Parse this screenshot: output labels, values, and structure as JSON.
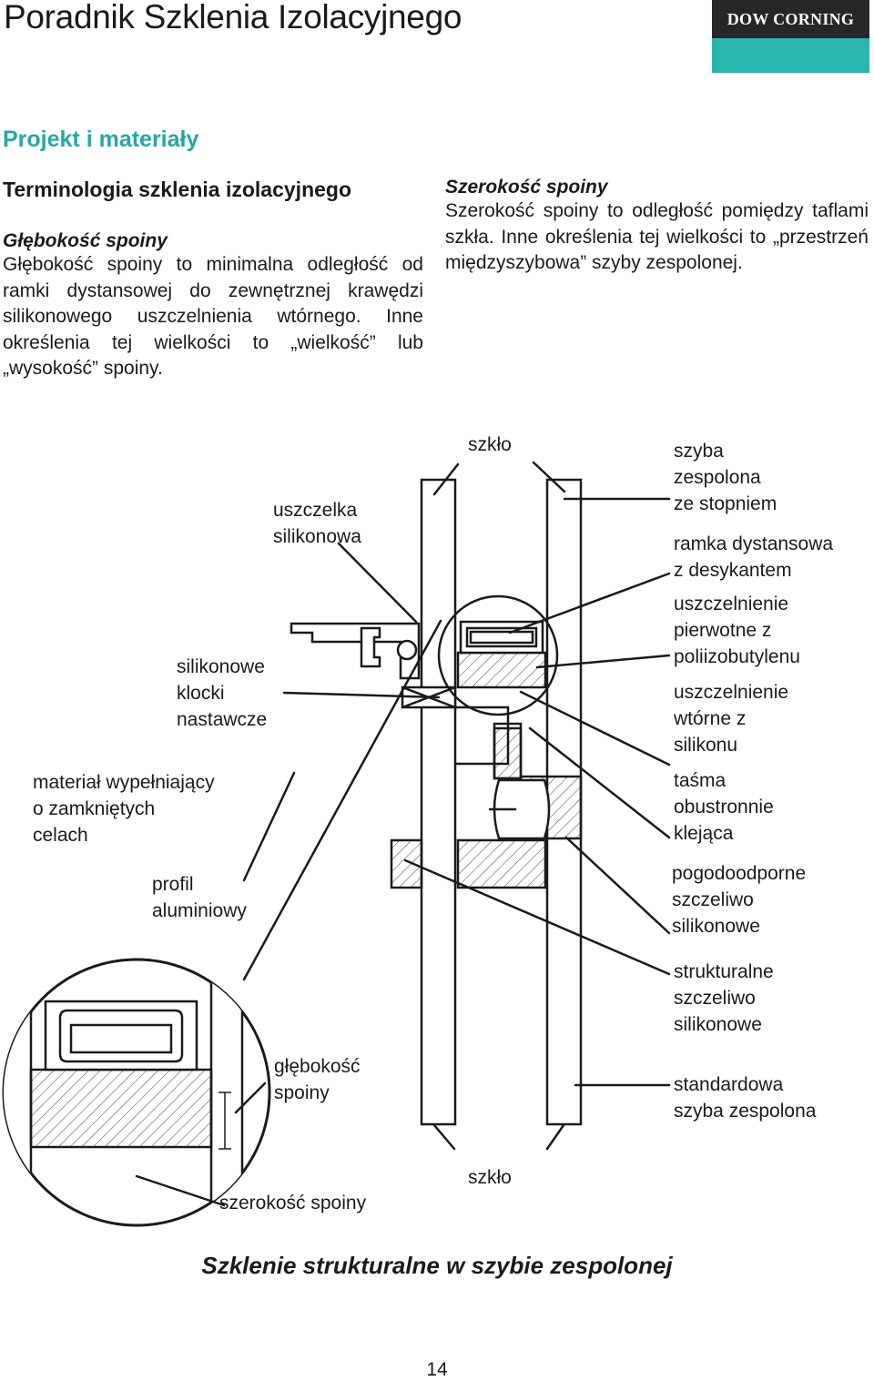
{
  "header": {
    "title": "Poradnik Szklenia Izolacyjnego",
    "brand": "DOW CORNING",
    "colors": {
      "brand_bg": "#262626",
      "accent": "#2bb5b0",
      "section": "#27a6a6"
    }
  },
  "section_title": "Projekt i materiały",
  "subtitle": "Terminologia szklenia izolacyjnego",
  "terms": [
    {
      "title": "Głębokość spoiny",
      "body": "Głębokość spoiny to minimalna odległość od ramki dystansowej do zewnętrznej krawędzi silikonowego uszczelnienia wtórnego. Inne określenia tej wielkości to „wielkość” lub „wysokość” spoiny."
    },
    {
      "title": "Szerokość spoiny",
      "body": "Szerokość spoiny to odległość pomiędzy taflami szkła. Inne określenia tej wielkości to „przestrzeń międzyszybowa” szyby zespolonej."
    }
  ],
  "diagram": {
    "labels": {
      "glass_top": "szkło",
      "glass_bottom": "szkło",
      "silicone_gasket": "uszczelka\nsilikonowa",
      "setting_blocks": "silikonowe\nklocki\nnastawcze",
      "backer": "materiał wypełniający\no zamkniętych\ncelach",
      "aluminium": "profil\naluminiowy",
      "depth": "głębokość\nspoiny",
      "width": "szerokość spoiny",
      "stepped_unit": "szyba\nzespolona\nze stopniem",
      "spacer": "ramka dystansowa\nz desykantem",
      "primary_seal": "uszczelnienie\npierwotne z\npoliizobutylenu",
      "secondary_seal": "uszczelnienie\nwtórne z\nsilikonu",
      "tape": "taśma\nobustronnie\nklejąca",
      "weather_seal": "pogodoodporne\nszczeliwo\nsilikonowe",
      "structural_seal": "strukturalne\nszczeliwo\nsilikonowe",
      "standard_unit": "standardowa\nszyba zespolona"
    }
  },
  "caption": "Szklenie strukturalne w szybie zespolonej",
  "page_number": "14"
}
